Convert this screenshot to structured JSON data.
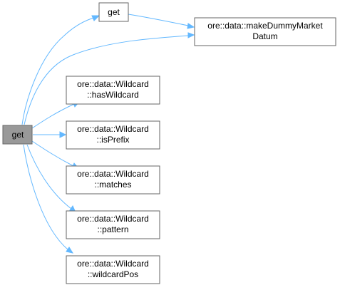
{
  "graph": {
    "nodes": {
      "get_main": {
        "lines": [
          "get"
        ],
        "current": true
      },
      "get_top": {
        "lines": [
          "get"
        ]
      },
      "make_dummy": {
        "lines": [
          "ore::data::makeDummyMarket",
          "Datum"
        ]
      },
      "has_wildcard": {
        "lines": [
          "ore::data::Wildcard",
          "::hasWildcard"
        ]
      },
      "is_prefix": {
        "lines": [
          "ore::data::Wildcard",
          "::isPrefix"
        ]
      },
      "matches": {
        "lines": [
          "ore::data::Wildcard",
          "::matches"
        ]
      },
      "pattern": {
        "lines": [
          "ore::data::Wildcard",
          "::pattern"
        ]
      },
      "wildcard_pos": {
        "lines": [
          "ore::data::Wildcard",
          "::wildcardPos"
        ]
      }
    },
    "colors": {
      "edge": "#63b8ff",
      "node_border": "#666666",
      "current_node_fill": "#999999",
      "node_fill": "#ffffff"
    }
  }
}
